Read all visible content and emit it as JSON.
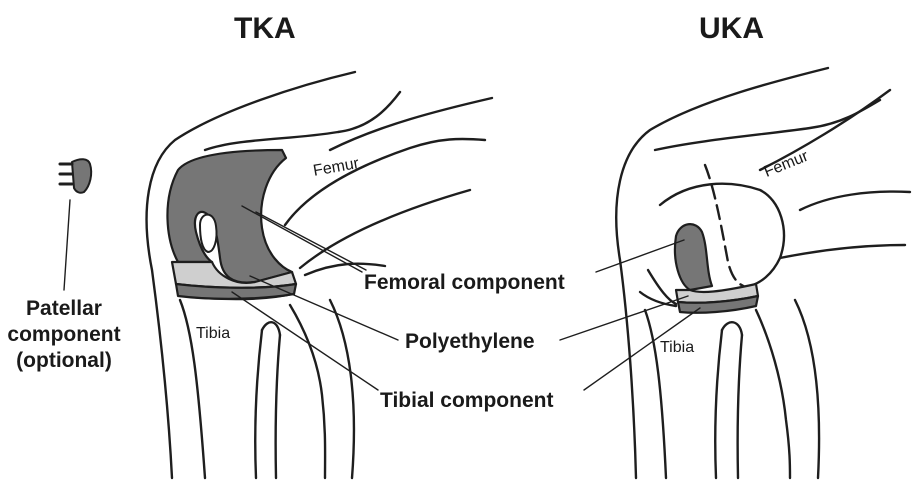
{
  "titles": {
    "left": "TKA",
    "right": "UKA"
  },
  "labels": {
    "femur_left": "Femur",
    "femur_right": "Femur",
    "tibia_left": "Tibia",
    "tibia_right": "Tibia",
    "femoral_component": "Femoral component",
    "polyethylene": "Polyethylene",
    "tibial_component": "Tibial component",
    "patellar_component": [
      "Patellar",
      "component",
      "(optional)"
    ]
  },
  "colors": {
    "metal": "#767676",
    "polyethylene": "#cfcfcf",
    "outline": "#1e1e1e"
  }
}
